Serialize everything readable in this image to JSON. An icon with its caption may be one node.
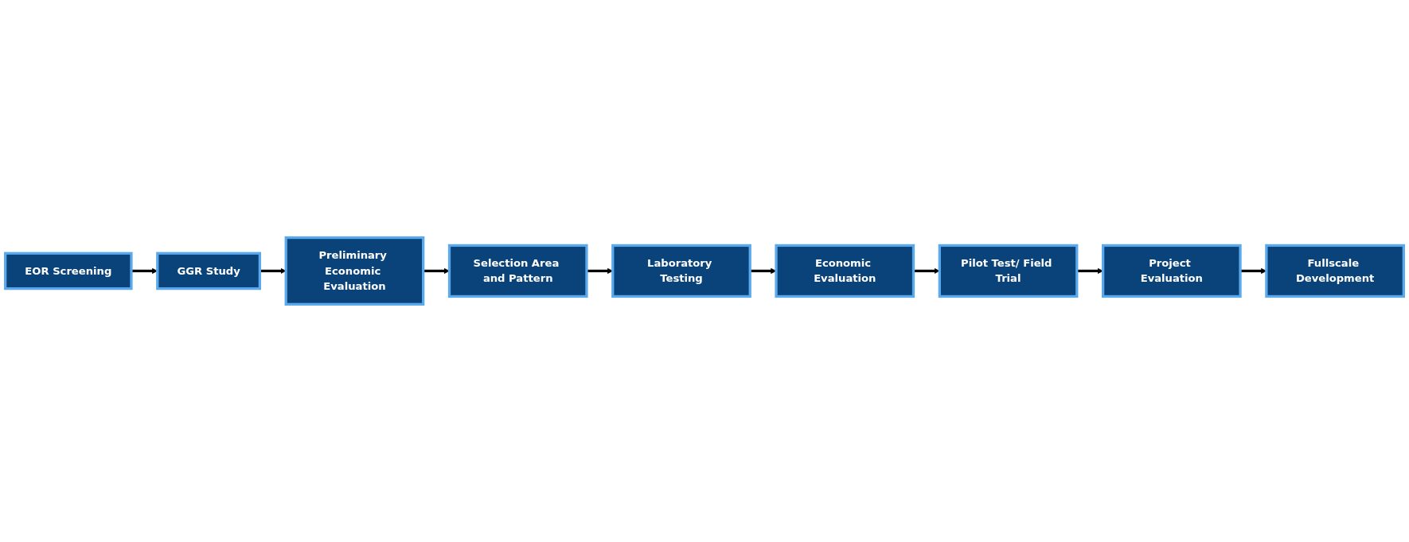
{
  "diagram": {
    "nodes": [
      {
        "text": [
          "EOR Screening"
        ]
      },
      {
        "text": [
          "GGR Study"
        ]
      },
      {
        "text": [
          "Preliminary Economic Evaluation"
        ]
      },
      {
        "text": [
          "Selection Area and Pattern"
        ]
      },
      {
        "text": [
          "Laboratory Testing"
        ]
      },
      {
        "text": [
          "Economic Evaluation"
        ]
      },
      {
        "text": [
          "Pilot Test/ Field Trial"
        ]
      },
      {
        "text": [
          "Project Evaluation"
        ]
      },
      {
        "text": [
          "Fullscale Development"
        ]
      }
    ],
    "edges": [
      {
        "from": 0,
        "to": 1,
        "arrow": "to"
      },
      {
        "from": 1,
        "to": 2,
        "arrow": "to"
      },
      {
        "from": 2,
        "to": 3,
        "arrow": "to"
      },
      {
        "from": 3,
        "to": 4,
        "arrow": "to"
      },
      {
        "from": 4,
        "to": 5,
        "arrow": "to"
      },
      {
        "from": 5,
        "to": 6,
        "arrow": "to"
      },
      {
        "from": 6,
        "to": 7,
        "arrow": "to"
      },
      {
        "from": 7,
        "to": 8,
        "arrow": "to"
      }
    ]
  }
}
